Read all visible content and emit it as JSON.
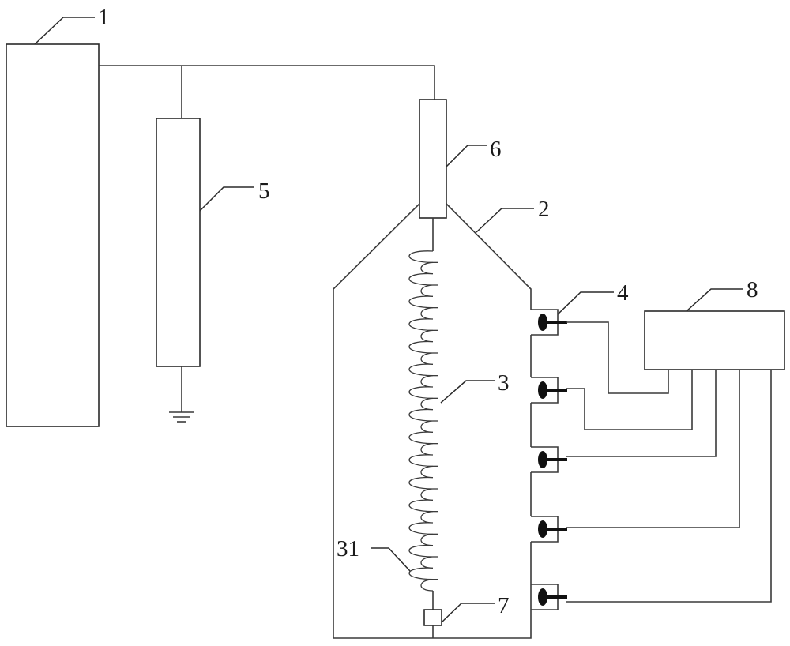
{
  "diagram": {
    "labels": {
      "source": "1",
      "chamber": "2",
      "coil": "3",
      "probe": "4",
      "column": "5",
      "connector": "6",
      "end_block": "7",
      "controller": "8",
      "coil_turn": "31"
    },
    "colors": {
      "line": "#3a3a3a",
      "controller_fill_start": "#ffffff",
      "controller_fill_end": "#e6e6e6",
      "probe": "#111111"
    },
    "icons": [
      "ground-icon",
      "probe-icon"
    ],
    "probe_count": 5,
    "coil_turns": 15
  }
}
